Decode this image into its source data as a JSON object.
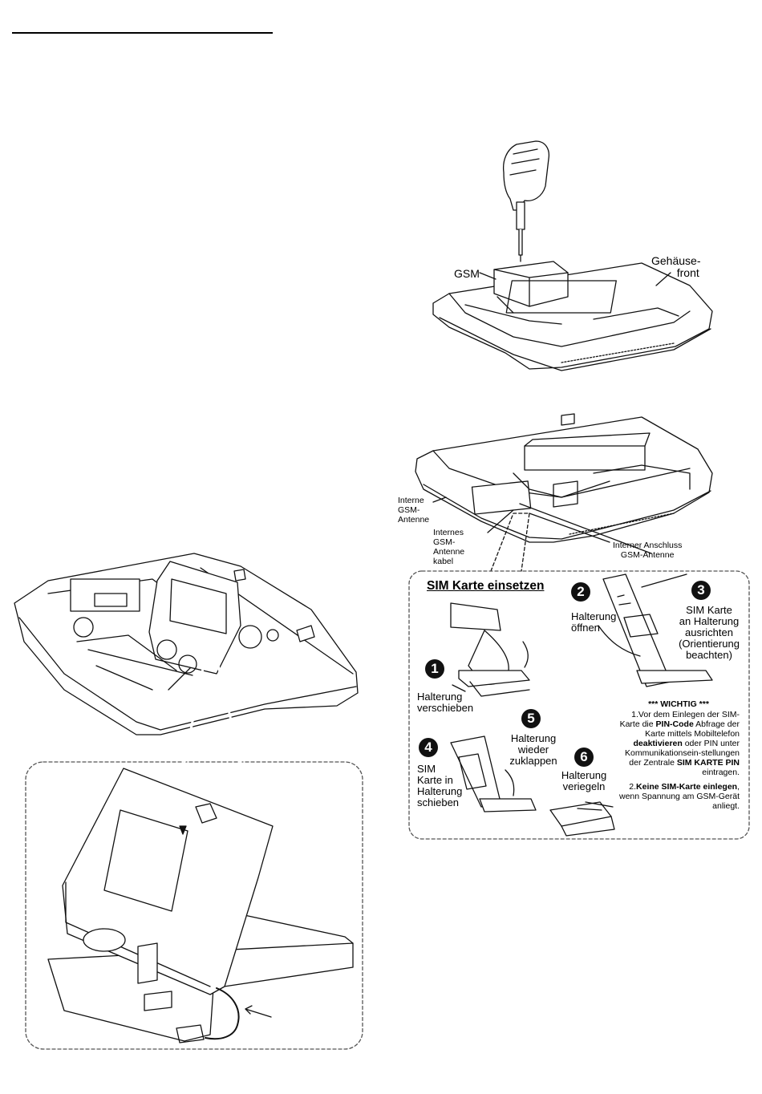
{
  "labels": {
    "gsm": "GSM",
    "gehaeuse_line1": "Gehäuse-",
    "gehaeuse_line2": "front",
    "interne_antenne": [
      "Interne",
      "GSM-",
      "Antenne"
    ],
    "internes_kabel": [
      "Internes",
      "GSM-",
      "Antenne",
      "kabel"
    ],
    "interner_anschluss": [
      "Interner Anschluss",
      "GSM-Antenne"
    ]
  },
  "sim_panel": {
    "title": "SIM Karte einsetzen",
    "steps": [
      {
        "num": "1",
        "text": [
          "Halterung",
          "verschieben"
        ]
      },
      {
        "num": "2",
        "text": [
          "Halterung",
          "öffnen"
        ]
      },
      {
        "num": "3",
        "text": [
          "SIM Karte",
          "an Halterung",
          "ausrichten",
          "(Orientierung",
          "beachten)"
        ]
      },
      {
        "num": "4",
        "text": [
          "SIM",
          "Karte in",
          "Halterung",
          "schieben"
        ]
      },
      {
        "num": "5",
        "text": [
          "Halterung",
          "wieder",
          "zuklappen"
        ]
      },
      {
        "num": "6",
        "text": [
          "Halterung",
          "veriegeln"
        ]
      }
    ],
    "note": {
      "heading": "*** WICHTIG ***",
      "item1_a": "1.Vor dem Einlegen der SIM-Karte die ",
      "item1_b": "PIN-Code",
      "item1_c": " Abfrage der Karte mittels Mobiltelefon ",
      "item1_d": "deaktivieren",
      "item1_e": " oder PIN unter Kommunikationsein-stellungen der Zentrale ",
      "item1_f": "SIM KARTE PIN",
      "item1_g": " eintragen.",
      "item2_a": "2.",
      "item2_b": "Keine SIM-Karte einlegen",
      "item2_c": ", wenn Spannung am GSM-Gerät anliegt."
    }
  }
}
